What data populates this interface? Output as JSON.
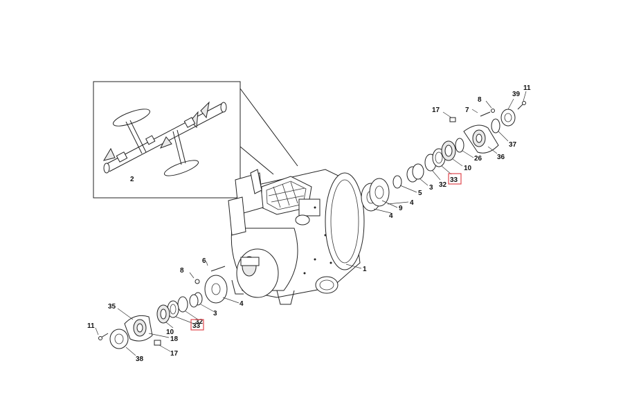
{
  "labels": {
    "p1": "1",
    "p2": "2",
    "p3_right": "3",
    "p4_right_a": "4",
    "p4_right_b": "4",
    "p5": "5",
    "p6": "6",
    "p7": "7",
    "p8_right": "8",
    "p9": "9",
    "p10_right": "10",
    "p11_right": "11",
    "p17_right": "17",
    "p26": "26",
    "p32_right": "32",
    "p33_right": "33",
    "p36": "36",
    "p37": "37",
    "p39": "39",
    "p3_left": "3",
    "p4_left": "4",
    "p8_left": "8",
    "p10_left": "10",
    "p11_left": "11",
    "p17_left": "17",
    "p18": "18",
    "p32_left": "32",
    "p33_left": "33",
    "p35": "35",
    "p38": "38"
  },
  "colors": {
    "line": "#222222",
    "highlight_box": "#e0454d",
    "background": "#ffffff"
  }
}
